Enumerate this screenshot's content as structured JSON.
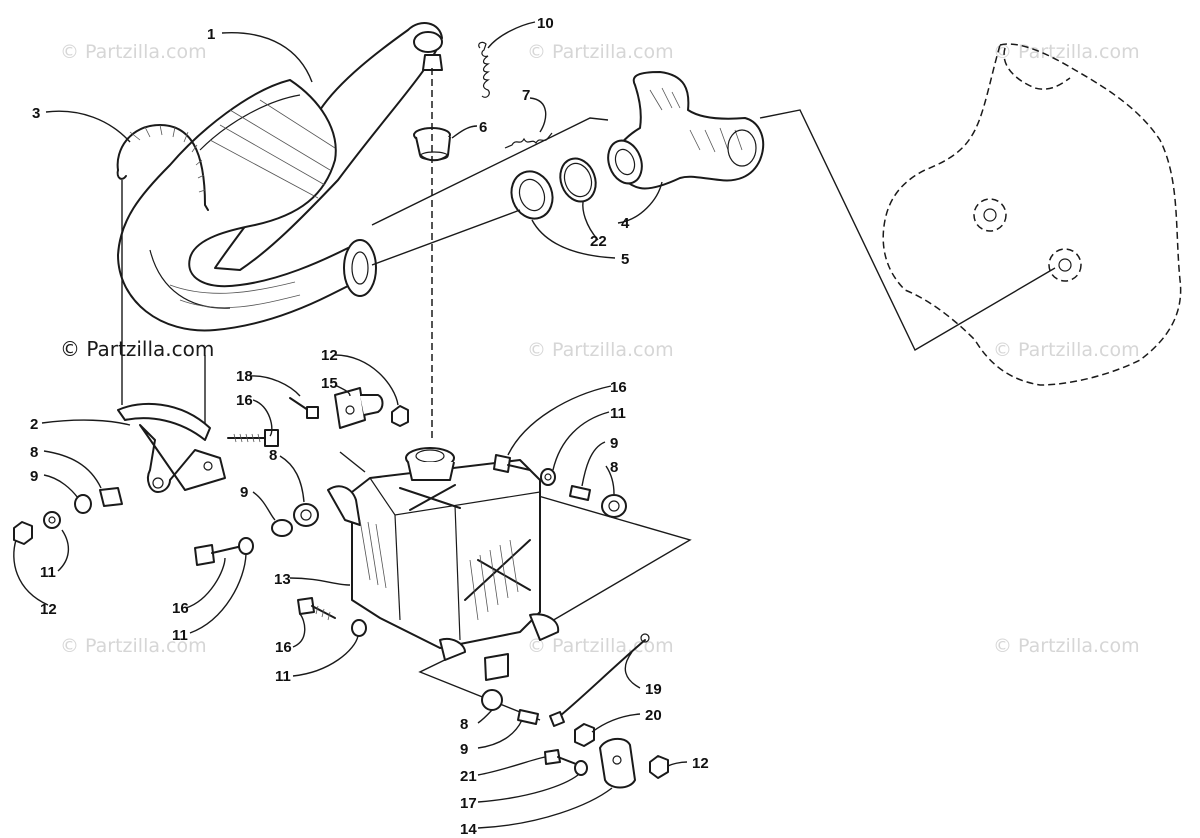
{
  "watermark": "© Partzilla.com",
  "callouts": {
    "c1": "1",
    "c2": "2",
    "c3": "3",
    "c4": "4",
    "c5": "5",
    "c6": "6",
    "c7": "7",
    "c8a": "8",
    "c8b": "8",
    "c8c": "8",
    "c8d": "8",
    "c9a": "9",
    "c9b": "9",
    "c9c": "9",
    "c9d": "9",
    "c10": "10",
    "c11a": "11",
    "c11b": "11",
    "c11c": "11",
    "c11d": "11",
    "c12a": "12",
    "c12b": "12",
    "c12c": "12",
    "c13": "13",
    "c14": "14",
    "c15": "15",
    "c16a": "16",
    "c16b": "16",
    "c16c": "16",
    "c16d": "16",
    "c17": "17",
    "c18": "18",
    "c19": "19",
    "c20": "20",
    "c21": "21",
    "c22": "22"
  }
}
